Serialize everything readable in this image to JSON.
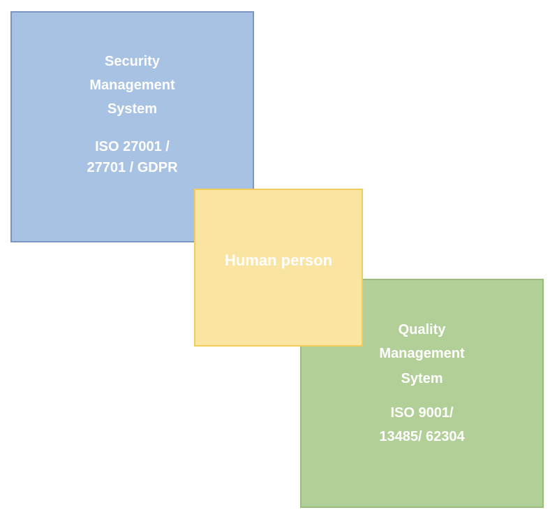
{
  "diagram": {
    "security": {
      "title_lines": [
        "Security",
        "Management",
        "System"
      ],
      "standard_lines": [
        "ISO 27001 /",
        "27701 / GDPR"
      ],
      "color": "#a7c2e2"
    },
    "human": {
      "label": "Human person",
      "color": "#f9e4a2"
    },
    "quality": {
      "title_lines": [
        "Quality",
        "Management",
        "Sytem"
      ],
      "standard_lines": [
        "ISO 9001/",
        "13485/ 62304"
      ],
      "color": "#b1cf96"
    }
  }
}
